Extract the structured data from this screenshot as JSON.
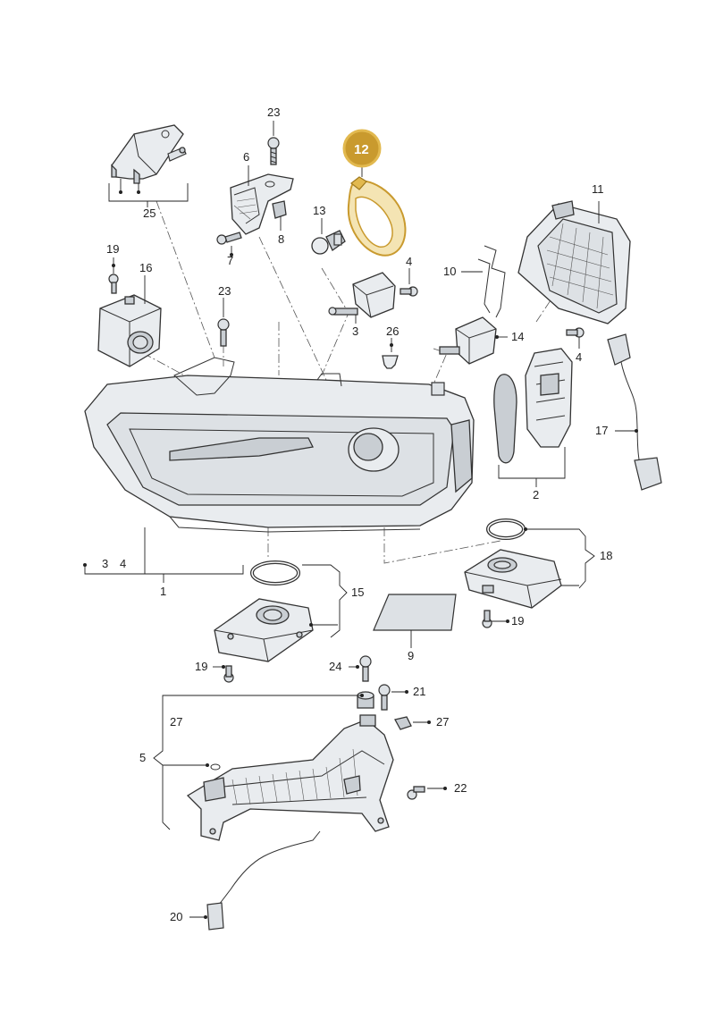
{
  "highlight": {
    "callout": "12",
    "color": "#c99a2e",
    "ring_color": "#e2b94f"
  },
  "callouts": {
    "c1": "1",
    "c2": "2",
    "c3": "3",
    "c3b": "3",
    "c4a": "4",
    "c4b": "4",
    "c4c": "4",
    "c5": "5",
    "c6": "6",
    "c7": "7",
    "c8": "8",
    "c9": "9",
    "c10": "10",
    "c11": "11",
    "c13": "13",
    "c14": "14",
    "c15": "15",
    "c16": "16",
    "c17": "17",
    "c18": "18",
    "c19a": "19",
    "c19b": "19",
    "c19c": "19",
    "c20": "20",
    "c21": "21",
    "c22": "22",
    "c23a": "23",
    "c23b": "23",
    "c24": "24",
    "c25": "25",
    "c26": "26",
    "c27a": "27",
    "c27b": "27"
  }
}
